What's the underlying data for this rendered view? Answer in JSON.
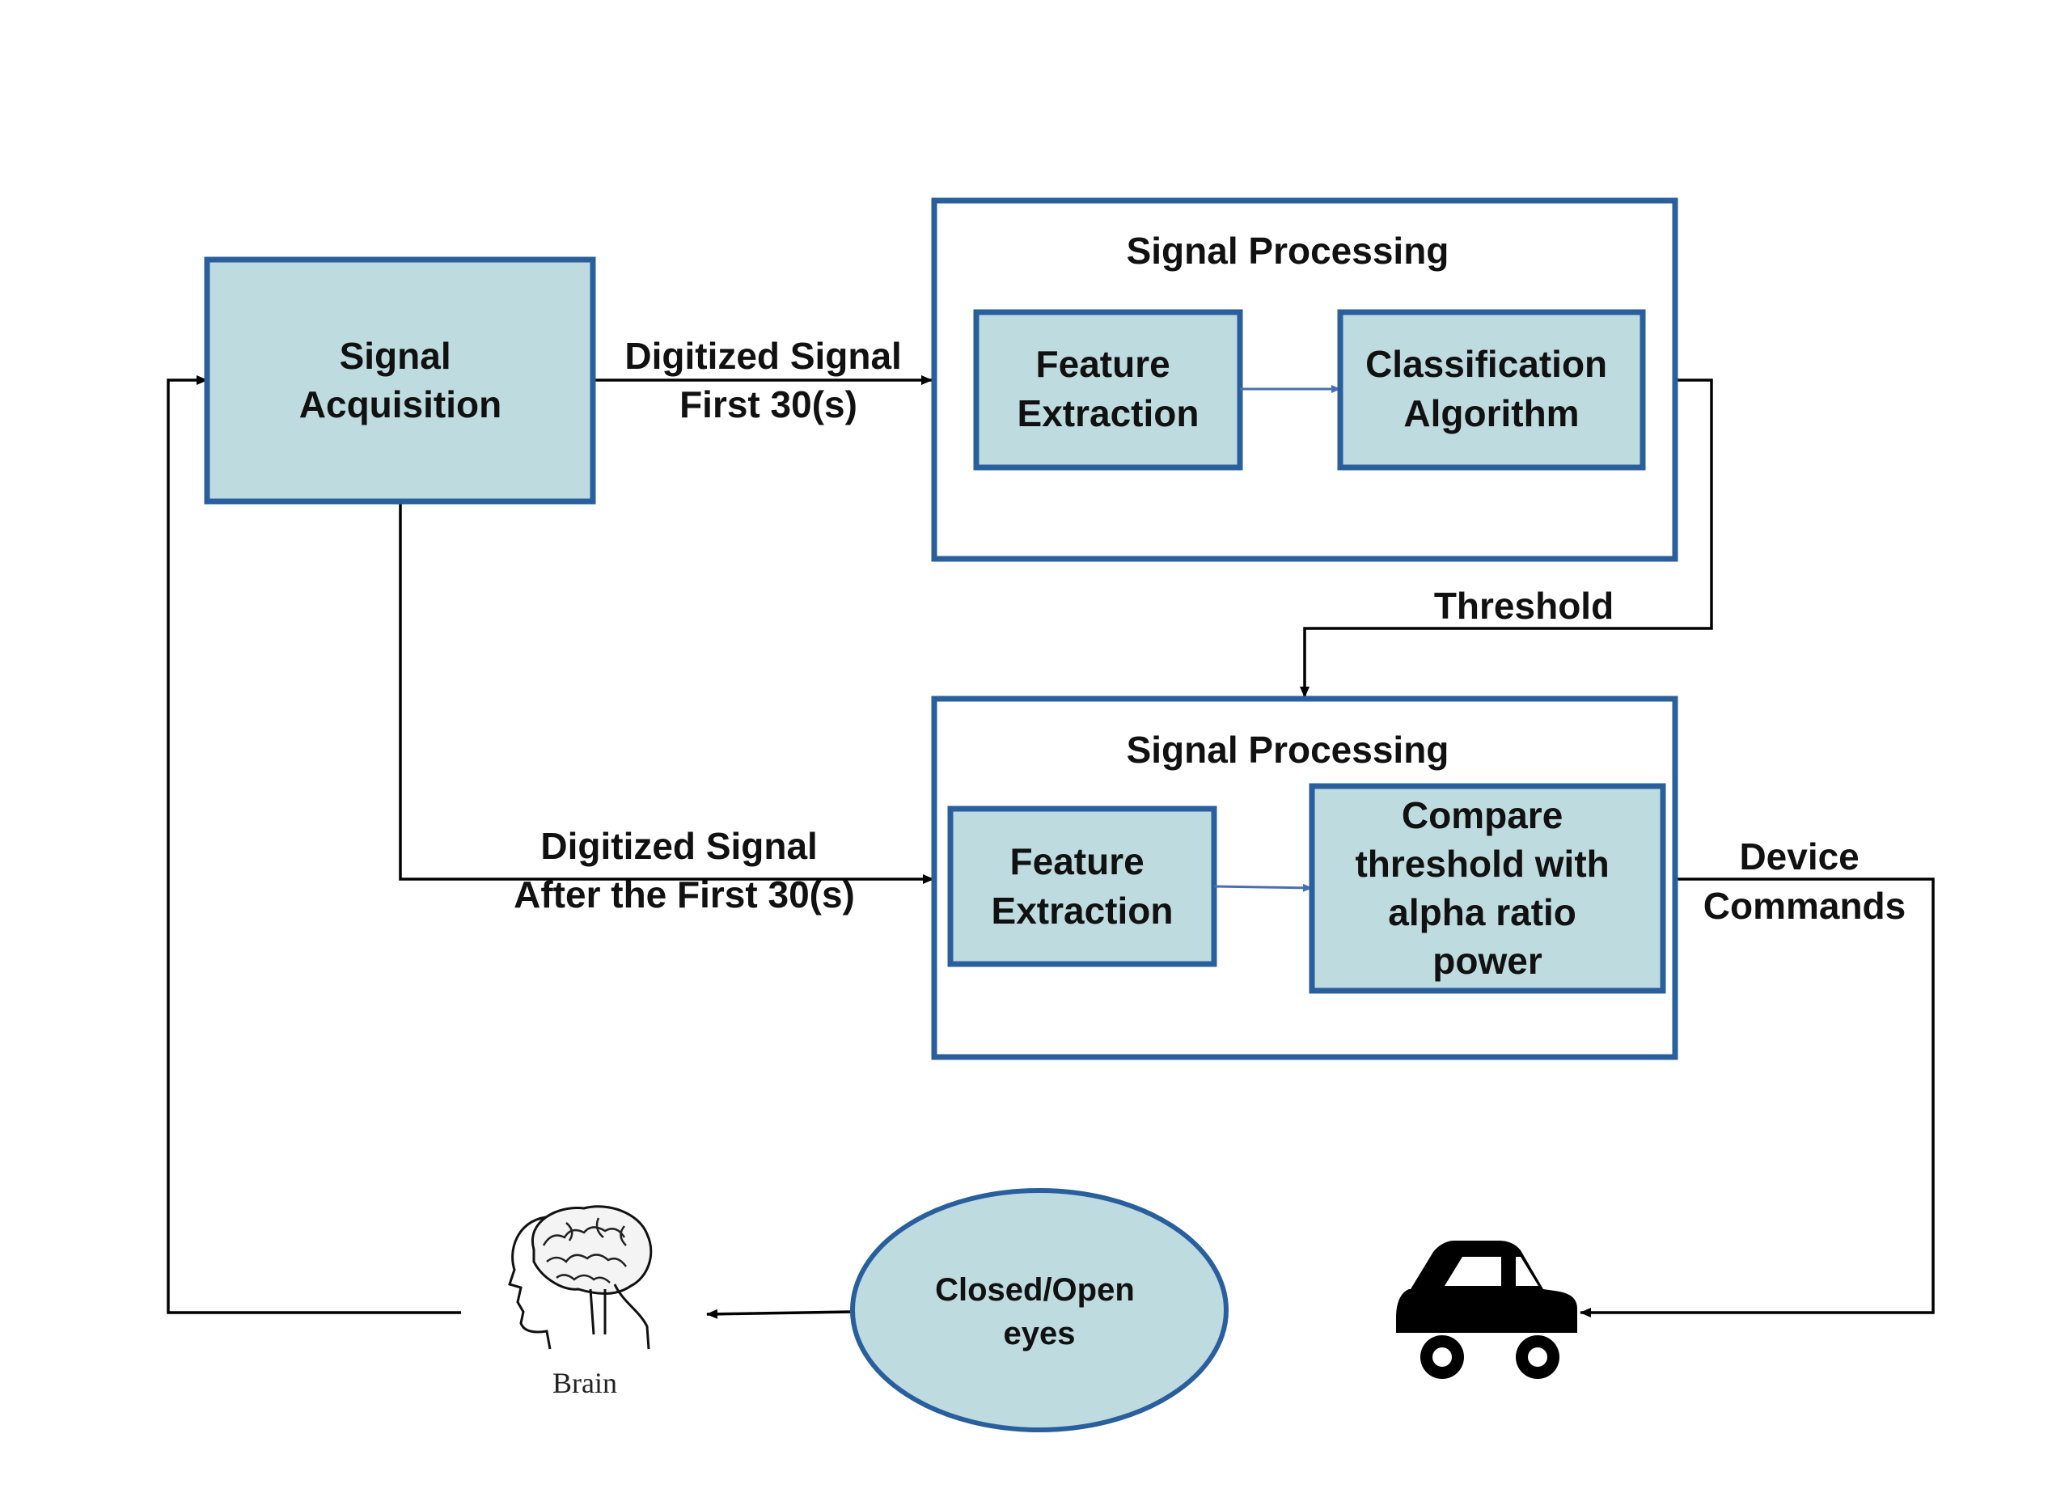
{
  "nodes": {
    "signal_acquisition": [
      "Signal",
      "Acquisition"
    ],
    "processing_top": {
      "title": "Signal Processing",
      "feature_extraction": [
        "Feature",
        "Extraction"
      ],
      "classification": [
        "Classification",
        "Algorithm"
      ]
    },
    "processing_bottom": {
      "title": "Signal Processing",
      "feature_extraction": [
        "Feature",
        "Extraction"
      ],
      "compare": [
        "Compare",
        "threshold with",
        "alpha ratio",
        "power"
      ]
    },
    "eyes": [
      "Closed/Open",
      "eyes"
    ],
    "brain_label": "Brain",
    "car_icon": "car-icon",
    "brain_icon": "brain-head-icon"
  },
  "edges": {
    "digitized_first": [
      "Digitized Signal",
      "First 30(s)"
    ],
    "digitized_after": [
      "Digitized Signal",
      "After the First 30(s)"
    ],
    "threshold": "Threshold",
    "device_commands": [
      "Device",
      "Commands"
    ]
  },
  "colors": {
    "box_fill": "#bedbdf",
    "box_border": "#2a5f9e",
    "line": "#000000"
  }
}
